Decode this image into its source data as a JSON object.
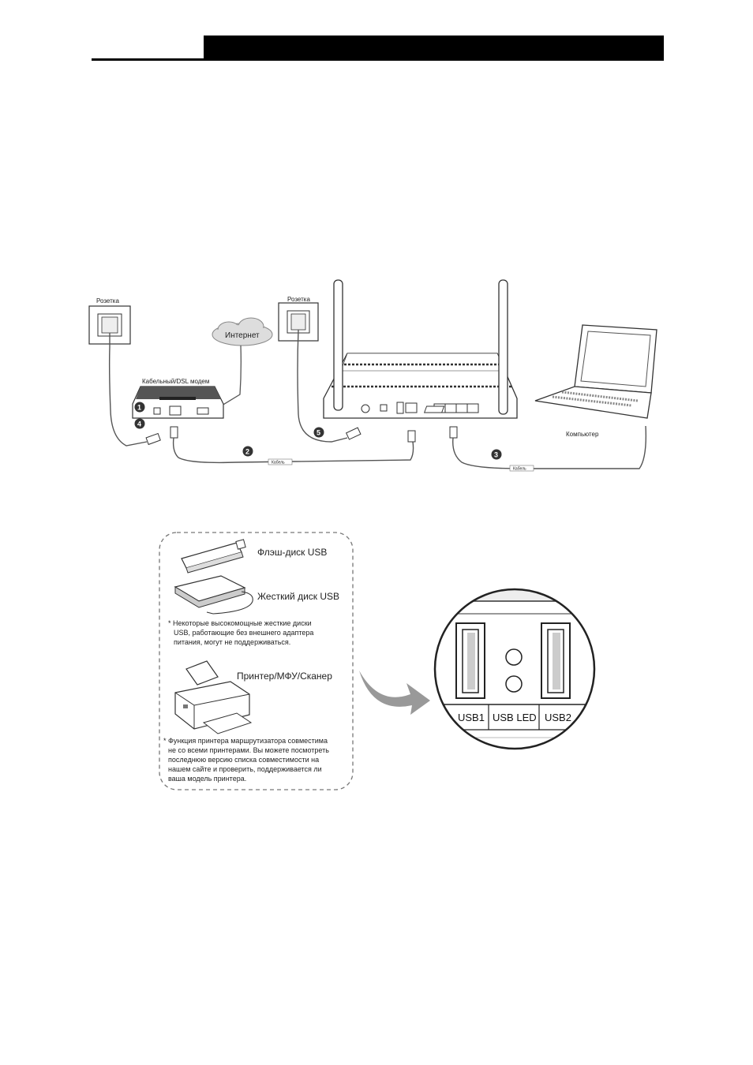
{
  "diagram1": {
    "outlet_left": "Розетка",
    "outlet_right": "Розетка",
    "internet": "Интернет",
    "modem": "Кабельный/DSL модем",
    "computer": "Компьютер",
    "cable_1": "Кабель",
    "cable_2": "Кабель",
    "steps": [
      "1",
      "2",
      "3",
      "4",
      "5"
    ]
  },
  "diagram2": {
    "flash": "Флэш-диск USB",
    "hdd": "Жесткий диск USB",
    "hdd_note": [
      "* Некоторые высокомощные жесткие диски",
      "USB, работающие без внешнего адаптера",
      "питания, могут не поддерживаться."
    ],
    "printer": "Принтер/МФУ/Сканер",
    "printer_note": [
      "* Функция принтера маршрутизатора совместима",
      "не со всеми принтерами. Вы можете посмотреть",
      "последнюю версию списка совместимости на",
      "нашем сайте и проверить, поддерживается ли",
      "ваша модель принтера."
    ],
    "usb1": "USB1",
    "usb_led": "USB LED",
    "usb2": "USB2"
  }
}
